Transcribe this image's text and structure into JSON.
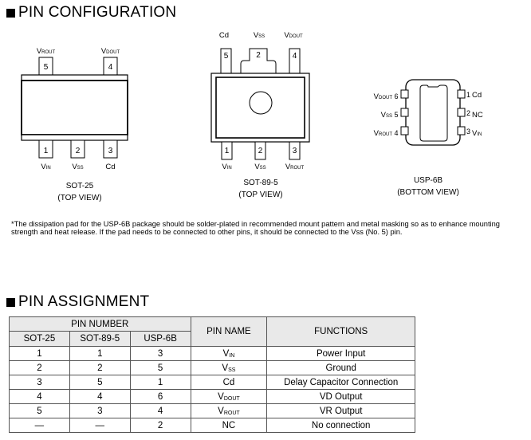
{
  "pin_configuration": {
    "heading": "PIN CONFIGURATION",
    "sot25": {
      "top_labels": [
        {
          "pin": "5",
          "main": "V",
          "sub": "ROUT"
        },
        {
          "pin": "4",
          "main": "V",
          "sub": "DOUT"
        }
      ],
      "bottom_labels": [
        {
          "pin": "1",
          "main": "V",
          "sub": "IN"
        },
        {
          "pin": "2",
          "main": "V",
          "sub": "SS"
        },
        {
          "pin": "3",
          "main": "Cd",
          "sub": ""
        }
      ],
      "name": "SOT-25",
      "view": "(TOP VIEW)"
    },
    "sot89": {
      "top_labels": [
        {
          "pin": "5",
          "main": "Cd",
          "sub": ""
        },
        {
          "pin": "2",
          "main": "V",
          "sub": "SS"
        },
        {
          "pin": "4",
          "main": "V",
          "sub": "DOUT"
        }
      ],
      "bottom_labels": [
        {
          "pin": "1",
          "main": "V",
          "sub": "IN"
        },
        {
          "pin": "2",
          "main": "V",
          "sub": "SS"
        },
        {
          "pin": "3",
          "main": "V",
          "sub": "ROUT"
        }
      ],
      "name": "SOT-89-5",
      "view": "(TOP VIEW)"
    },
    "usp6b": {
      "left_labels": [
        {
          "pin": "6",
          "main": "V",
          "sub": "DOUT"
        },
        {
          "pin": "5",
          "main": "V",
          "sub": "SS"
        },
        {
          "pin": "4",
          "main": "V",
          "sub": "ROUT"
        }
      ],
      "right_labels": [
        {
          "pin": "1",
          "main": "Cd",
          "sub": ""
        },
        {
          "pin": "2",
          "main": "NC",
          "sub": ""
        },
        {
          "pin": "3",
          "main": "V",
          "sub": "IN"
        }
      ],
      "name": "USP-6B",
      "view": "(BOTTOM VIEW)"
    },
    "note": "*The dissipation pad for the USP-6B package should be solder-plated in recommended mount pattern and metal masking so as to enhance mounting strength and heat release. If the pad needs to be connected to other pins, it should be connected to the Vss (No. 5) pin."
  },
  "pin_assignment": {
    "heading": "PIN ASSIGNMENT",
    "header": {
      "pin_number": "PIN NUMBER",
      "sot25": "SOT-25",
      "sot89": "SOT-89-5",
      "usp6b": "USP-6B",
      "pin_name": "PIN NAME",
      "functions": "FUNCTIONS"
    },
    "rows": [
      {
        "sot25": "1",
        "sot89": "1",
        "usp6b": "3",
        "name_main": "V",
        "name_sub": "IN",
        "function": "Power Input"
      },
      {
        "sot25": "2",
        "sot89": "2",
        "usp6b": "5",
        "name_main": "V",
        "name_sub": "SS",
        "function": "Ground"
      },
      {
        "sot25": "3",
        "sot89": "5",
        "usp6b": "1",
        "name_main": "Cd",
        "name_sub": "",
        "function": "Delay Capacitor Connection"
      },
      {
        "sot25": "4",
        "sot89": "4",
        "usp6b": "6",
        "name_main": "V",
        "name_sub": "DOUT",
        "function": "VD Output"
      },
      {
        "sot25": "5",
        "sot89": "3",
        "usp6b": "4",
        "name_main": "V",
        "name_sub": "ROUT",
        "function": "VR Output"
      },
      {
        "sot25": "—",
        "sot89": "—",
        "usp6b": "2",
        "name_main": "NC",
        "name_sub": "",
        "function": "No connection"
      }
    ]
  }
}
